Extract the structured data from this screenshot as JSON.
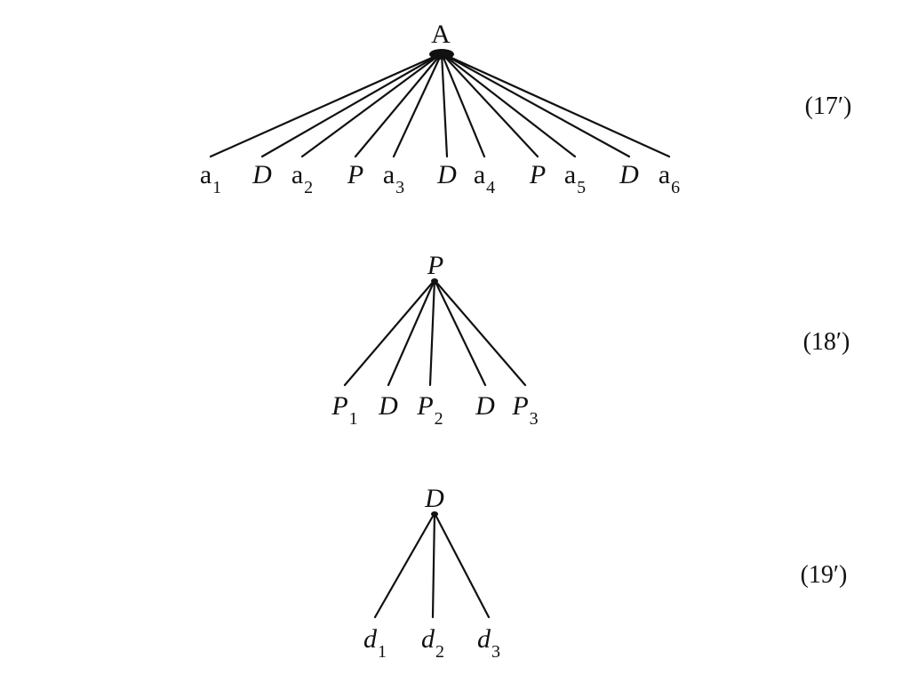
{
  "trees": [
    {
      "id": "tree-17",
      "equation_number": "(17′)",
      "root": {
        "base": "A",
        "sub": "",
        "italic": false
      },
      "leaves": [
        {
          "base": "a",
          "sub": "1",
          "italic": false
        },
        {
          "base": "D",
          "sub": "",
          "italic": true
        },
        {
          "base": "a",
          "sub": "2",
          "italic": false
        },
        {
          "base": "P",
          "sub": "",
          "italic": true
        },
        {
          "base": "a",
          "sub": "3",
          "italic": false
        },
        {
          "base": "D",
          "sub": "",
          "italic": true
        },
        {
          "base": "a",
          "sub": "4",
          "italic": false
        },
        {
          "base": "P",
          "sub": "",
          "italic": true
        },
        {
          "base": "a",
          "sub": "5",
          "italic": false
        },
        {
          "base": "D",
          "sub": "",
          "italic": true
        },
        {
          "base": "a",
          "sub": "6",
          "italic": false
        }
      ]
    },
    {
      "id": "tree-18",
      "equation_number": "(18′)",
      "root": {
        "base": "P",
        "sub": "",
        "italic": true
      },
      "leaves": [
        {
          "base": "P",
          "sub": "1",
          "italic": true
        },
        {
          "base": "D",
          "sub": "",
          "italic": true
        },
        {
          "base": "P",
          "sub": "2",
          "italic": true
        },
        {
          "base": "D",
          "sub": "",
          "italic": true
        },
        {
          "base": "P",
          "sub": "3",
          "italic": true
        }
      ]
    },
    {
      "id": "tree-19",
      "equation_number": "(19′)",
      "root": {
        "base": "D",
        "sub": "",
        "italic": true
      },
      "leaves": [
        {
          "base": "d",
          "sub": "1",
          "italic": true
        },
        {
          "base": "d",
          "sub": "2",
          "italic": true
        },
        {
          "base": "d",
          "sub": "3",
          "italic": true
        }
      ]
    }
  ]
}
